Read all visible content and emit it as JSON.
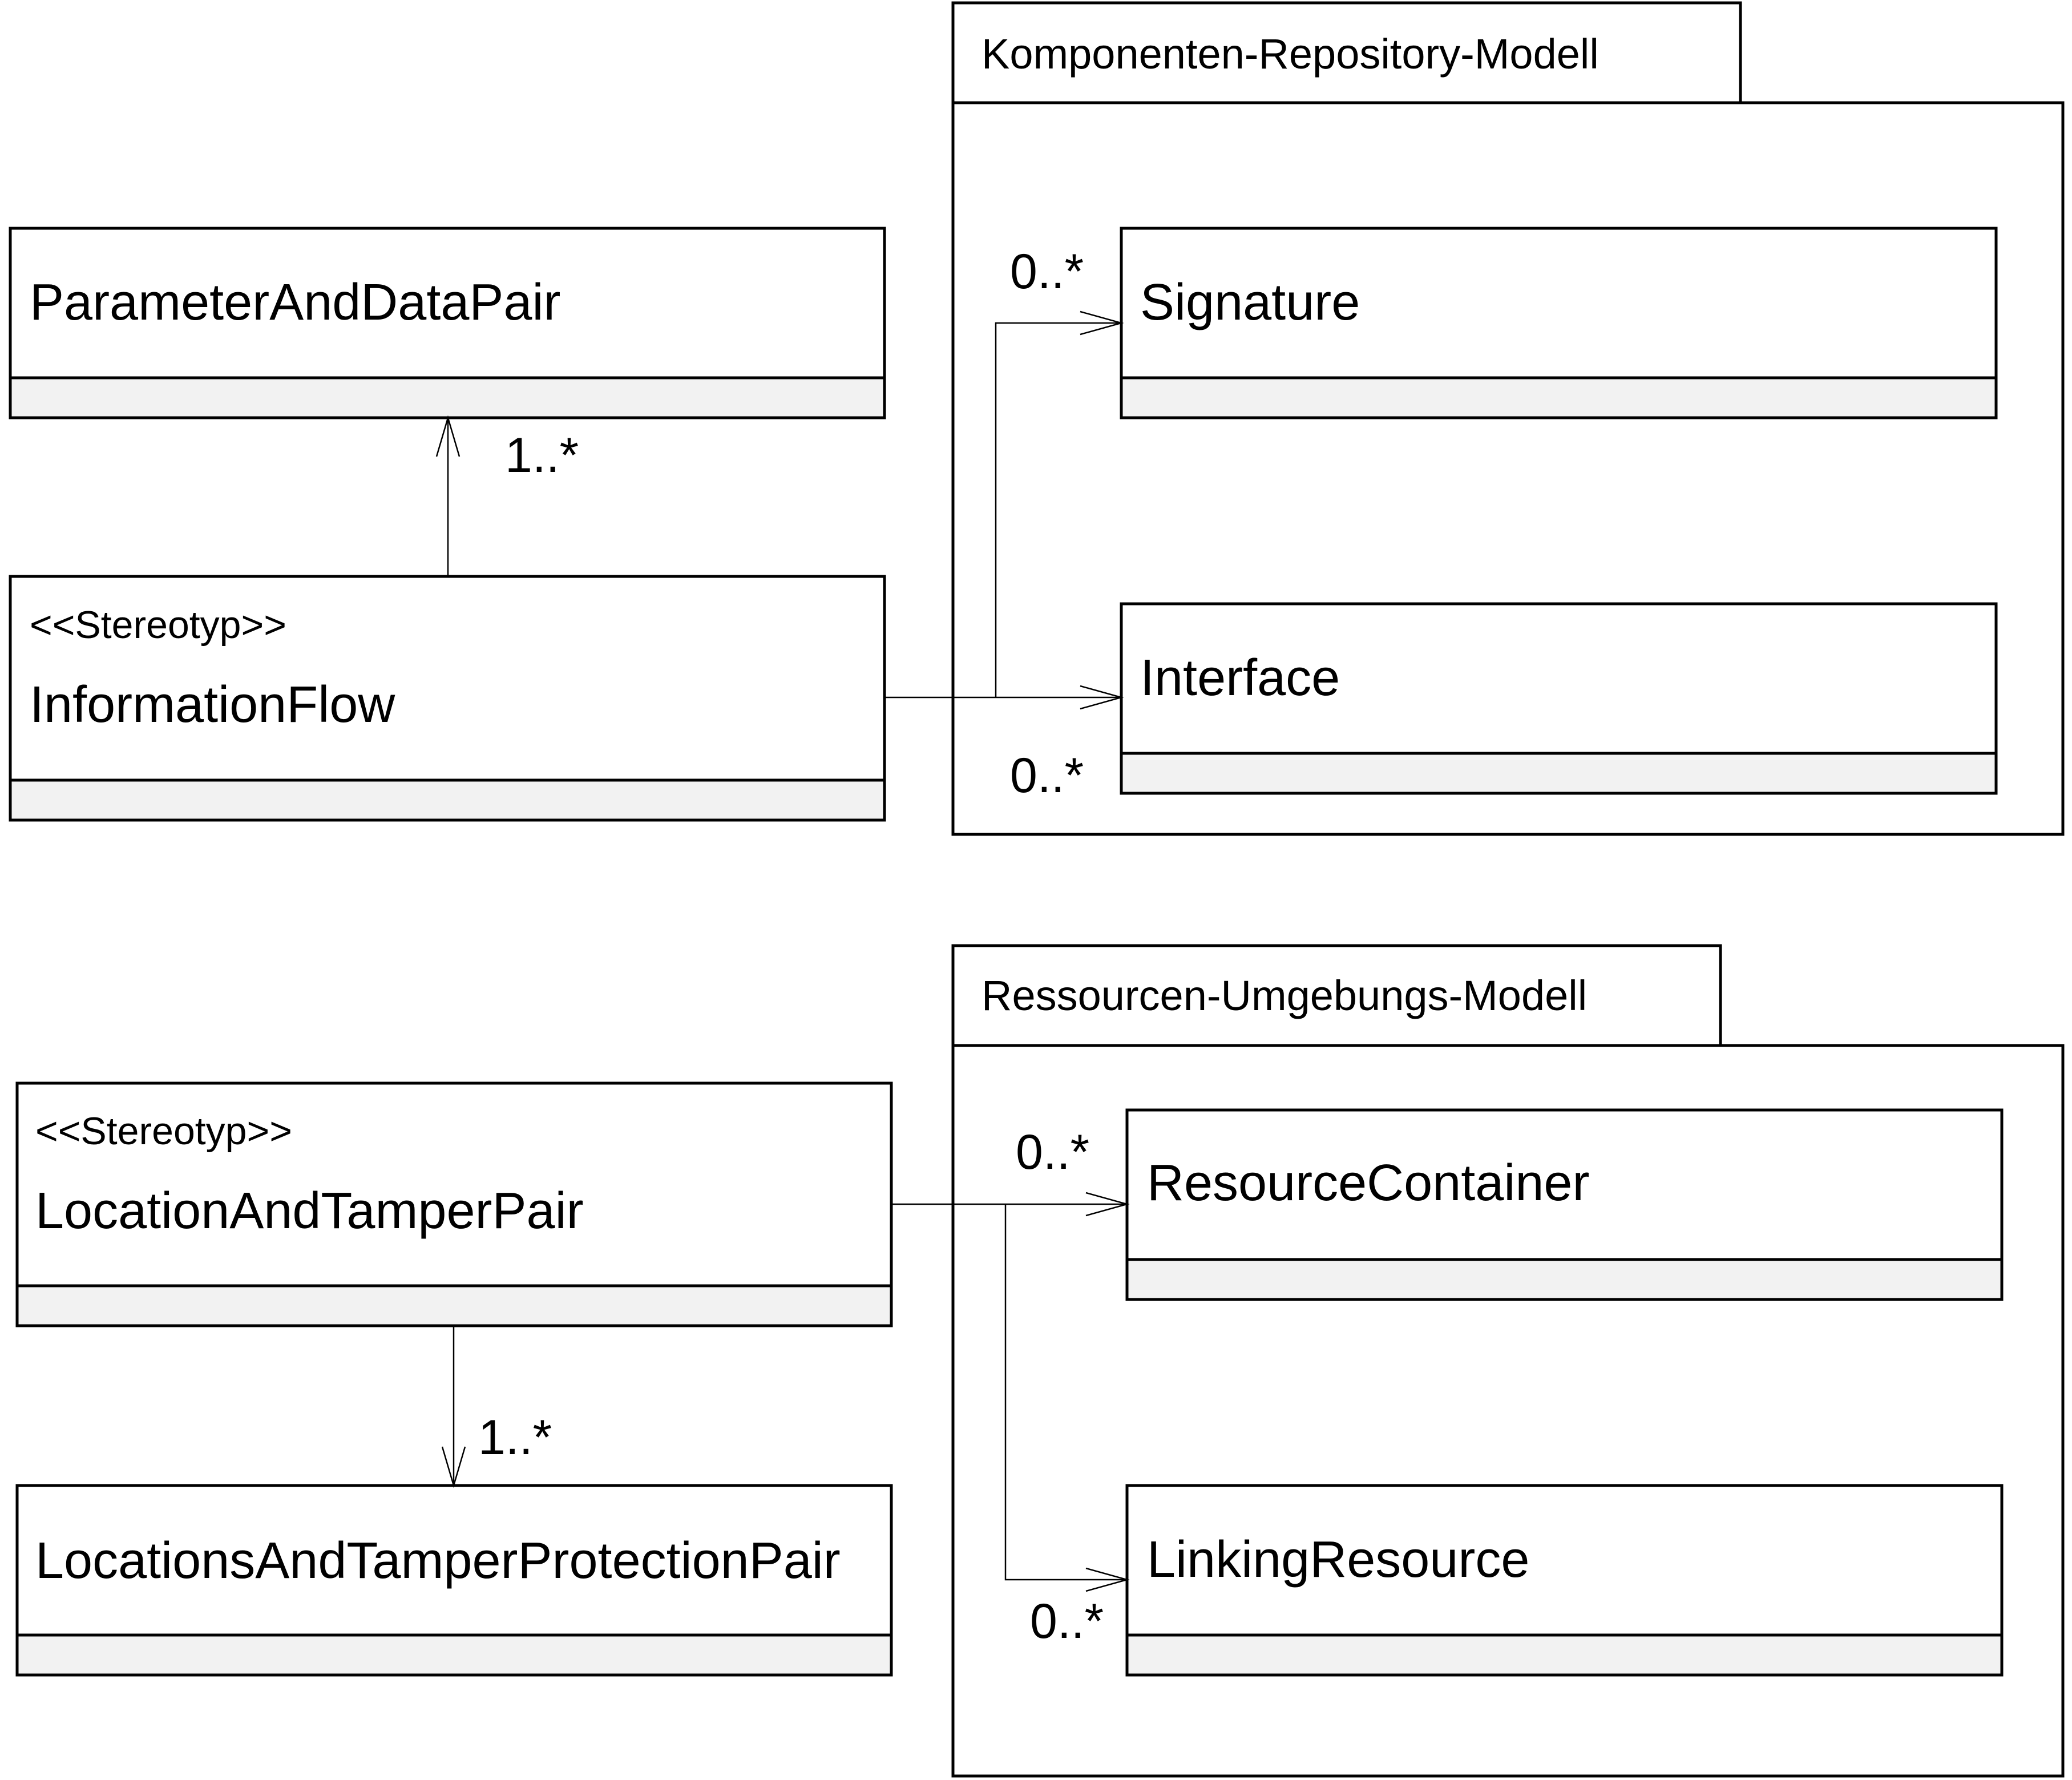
{
  "packages": {
    "komponenten": {
      "name": "Komponenten-Repository-Modell"
    },
    "ressourcen": {
      "name": "Ressourcen-Umgebungs-Modell"
    }
  },
  "classes": {
    "parameter_and_data_pair": {
      "name": "ParameterAndDataPair"
    },
    "information_flow": {
      "stereotype": "<<Stereotyp>>",
      "name": "InformationFlow"
    },
    "signature": {
      "name": "Signature"
    },
    "interface": {
      "name": "Interface"
    },
    "location_and_tamper_pair": {
      "stereotype": "<<Stereotyp>>",
      "name": "LocationAndTamperPair"
    },
    "locations_and_tamper_protection_pair": {
      "name": "LocationsAndTamperProtectionPair"
    },
    "resource_container": {
      "name": "ResourceContainer"
    },
    "linking_resource": {
      "name": "LinkingResource"
    }
  },
  "associations": {
    "information_flow_to_parameter_and_data_pair": {
      "multiplicity": "1..*"
    },
    "information_flow_to_signature": {
      "multiplicity": "0..*"
    },
    "information_flow_to_interface": {
      "multiplicity": "0..*"
    },
    "location_and_tamper_pair_to_locations_and_tamper_protection_pair": {
      "multiplicity": "1..*"
    },
    "location_and_tamper_pair_to_resource_container": {
      "multiplicity": "0..*"
    },
    "location_and_tamper_pair_to_linking_resource": {
      "multiplicity": "0..*"
    }
  }
}
